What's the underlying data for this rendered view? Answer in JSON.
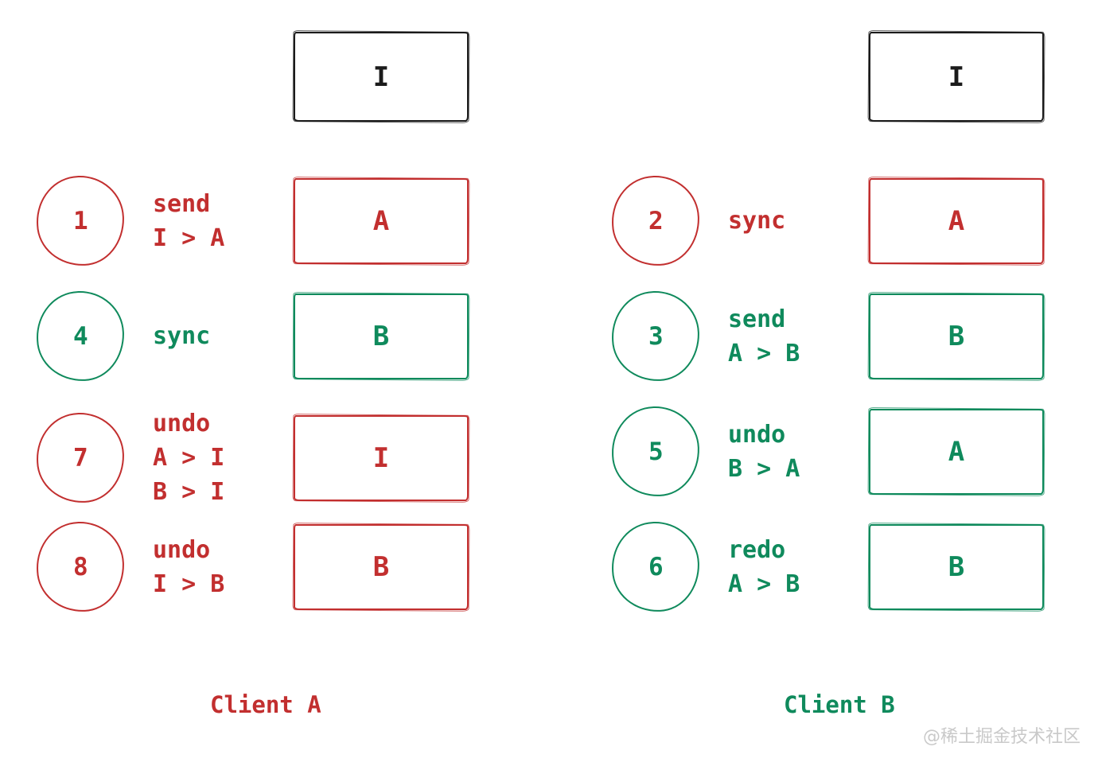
{
  "colors": {
    "red": "#c22f2f",
    "green": "#0f8a5c",
    "black": "#1b1b1b",
    "watermark_gray": "#c9c9c9"
  },
  "watermark": "@稀土掘金技术社区",
  "clients": [
    {
      "name": "Client A",
      "name_color": "red",
      "initial_state": {
        "label": "I",
        "color": "black"
      },
      "steps": [
        {
          "num": "1",
          "color": "red",
          "action_lines": [
            "send",
            "I > A"
          ],
          "state": {
            "label": "A",
            "color": "red"
          }
        },
        {
          "num": "4",
          "color": "green",
          "action_lines": [
            "sync"
          ],
          "state": {
            "label": "B",
            "color": "green"
          }
        },
        {
          "num": "7",
          "color": "red",
          "action_lines": [
            "undo",
            "A > I",
            "B > I"
          ],
          "state": {
            "label": "I",
            "color": "red"
          }
        },
        {
          "num": "8",
          "color": "red",
          "action_lines": [
            "undo",
            "I > B"
          ],
          "state": {
            "label": "B",
            "color": "red"
          }
        }
      ]
    },
    {
      "name": "Client B",
      "name_color": "green",
      "initial_state": {
        "label": "I",
        "color": "black"
      },
      "steps": [
        {
          "num": "2",
          "color": "red",
          "action_lines": [
            "sync"
          ],
          "state": {
            "label": "A",
            "color": "red"
          }
        },
        {
          "num": "3",
          "color": "green",
          "action_lines": [
            "send",
            "A > B"
          ],
          "state": {
            "label": "B",
            "color": "green"
          }
        },
        {
          "num": "5",
          "color": "green",
          "action_lines": [
            "undo",
            "B > A"
          ],
          "state": {
            "label": "A",
            "color": "green"
          }
        },
        {
          "num": "6",
          "color": "green",
          "action_lines": [
            "redo",
            "A > B"
          ],
          "state": {
            "label": "B",
            "color": "green"
          }
        }
      ]
    }
  ]
}
